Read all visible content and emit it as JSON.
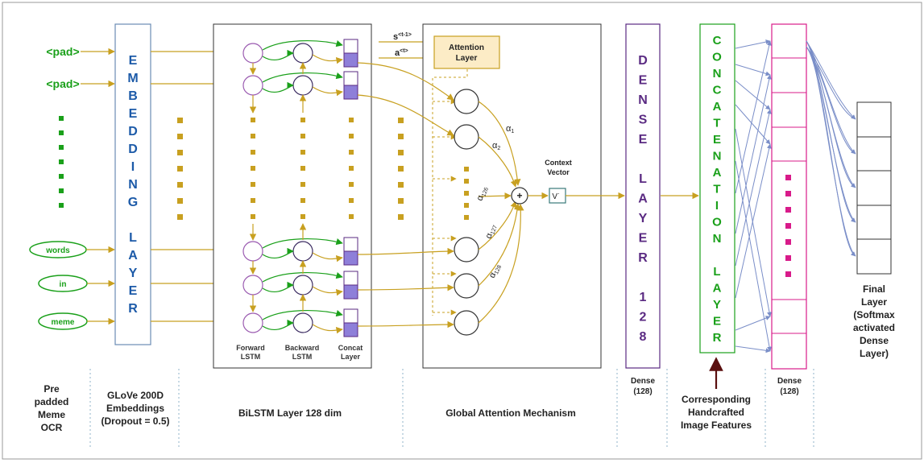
{
  "inputs": {
    "tokens": [
      "<pad>",
      "<pad>",
      "words",
      "in",
      "meme"
    ]
  },
  "embedding": {
    "letters": [
      "E",
      "M",
      "B",
      "E",
      "D",
      "D",
      "I",
      "N",
      "G",
      "",
      "L",
      "A",
      "Y",
      "E",
      "R"
    ]
  },
  "bilstm": {
    "labels": [
      [
        "Forward",
        "LSTM"
      ],
      [
        "Backward",
        "LSTM"
      ],
      [
        "Concat",
        "Layer"
      ]
    ]
  },
  "attention": {
    "s_label": "s",
    "s_sup": "<t-1>",
    "a_label": "a",
    "a_sup": "<t>",
    "layer_label": [
      "Attention",
      "Layer"
    ],
    "alphas": [
      {
        "sym": "α",
        "sub": "1"
      },
      {
        "sym": "α",
        "sub": "2"
      },
      {
        "sym": "α",
        "sub": "126"
      },
      {
        "sym": "α",
        "sub": "127"
      },
      {
        "sym": "α",
        "sub": "128"
      }
    ],
    "plus": "+",
    "context_label": [
      "Context",
      "Vector"
    ],
    "v_label": "V",
    "v_sup": "·"
  },
  "dense1": {
    "letters": [
      "D",
      "E",
      "N",
      "S",
      "E",
      "",
      "L",
      "A",
      "Y",
      "E",
      "R",
      "",
      "1",
      "2",
      "8"
    ],
    "label": [
      "Dense",
      "(128)"
    ]
  },
  "concat": {
    "letters": [
      "C",
      "O",
      "N",
      "C",
      "A",
      "T",
      "E",
      "N",
      "A",
      "T",
      "I",
      "O",
      "N",
      "",
      "L",
      "A",
      "Y",
      "E",
      "R"
    ],
    "label": [
      "Corresponding",
      "Handcrafted",
      "Image Features"
    ]
  },
  "dense2": {
    "label": [
      "Dense",
      "(128)"
    ]
  },
  "final": {
    "label": [
      "Final",
      "Layer",
      "(Softmax",
      "activated",
      "Dense",
      "Layer)"
    ]
  },
  "footer": {
    "pre": [
      "Pre",
      "padded",
      "Meme",
      "OCR"
    ],
    "glove": [
      "GLoVe 200D",
      "Embeddings",
      "(Dropout = 0.5)"
    ],
    "bilstm": "BiLSTM Layer 128 dim",
    "attention": "Global Attention Mechanism"
  },
  "colors": {
    "green": "#1aa01a",
    "blue": "#1c5aa8",
    "purple": "#5a2a82",
    "gold": "#c8a020",
    "magenta": "#d81b8a",
    "concat_fill": "#8e7fd9",
    "arrow_blue": "#7a8ec8",
    "dark_red": "#5a0f0f"
  }
}
